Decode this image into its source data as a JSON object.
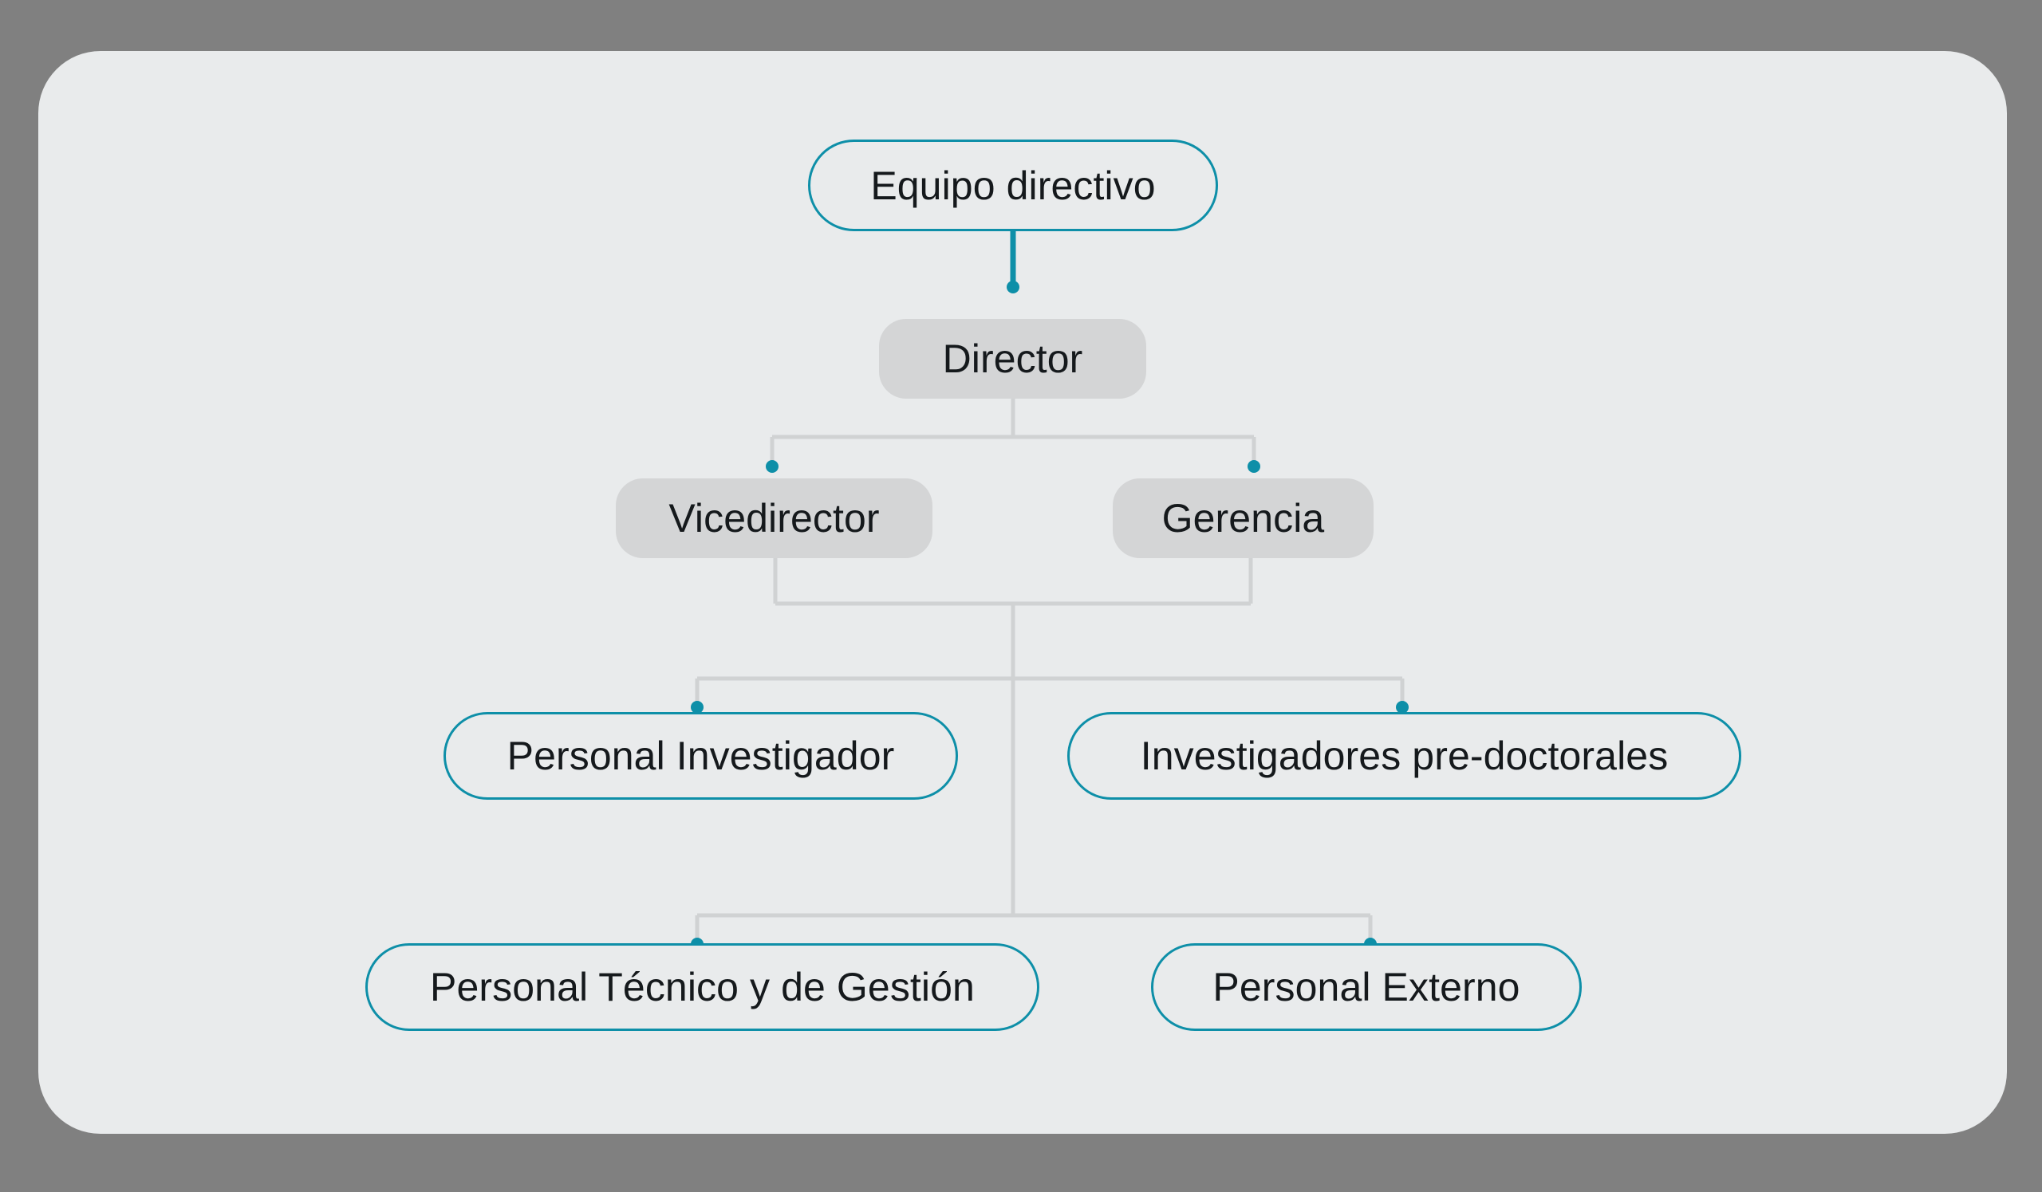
{
  "canvas": {
    "background_color": "#808080",
    "card_color": "#e9ebec"
  },
  "theme": {
    "accent_color": "#0e8fa8",
    "connector_color": "#d0d2d3",
    "filled_node_color": "#d4d5d6",
    "text_color": "#15191c"
  },
  "chart_data": {
    "type": "diagram",
    "diagram_type": "organizational-chart",
    "title": "",
    "orientation": "top-down",
    "nodes": [
      {
        "id": "equipo-directivo",
        "label": "Equipo directivo",
        "style": "outline",
        "level": 0
      },
      {
        "id": "director",
        "label": "Director",
        "style": "filled",
        "level": 1
      },
      {
        "id": "vicedirector",
        "label": "Vicedirector",
        "style": "filled",
        "level": 2
      },
      {
        "id": "gerencia",
        "label": "Gerencia",
        "style": "filled",
        "level": 2
      },
      {
        "id": "personal-investigador",
        "label": "Personal Investigador",
        "style": "outline",
        "level": 3
      },
      {
        "id": "investigadores-pre-doctorales",
        "label": "Investigadores pre-doctorales",
        "style": "outline",
        "level": 3
      },
      {
        "id": "personal-tecnico-gestion",
        "label": "Personal Técnico y de Gestión",
        "style": "outline",
        "level": 4
      },
      {
        "id": "personal-externo",
        "label": "Personal Externo",
        "style": "outline",
        "level": 4
      }
    ],
    "edges": [
      {
        "from": "equipo-directivo",
        "to": "director"
      },
      {
        "from": "director",
        "to": "vicedirector"
      },
      {
        "from": "director",
        "to": "gerencia"
      },
      {
        "from": "vicedirector",
        "to": "personal-investigador"
      },
      {
        "from": "vicedirector",
        "to": "investigadores-pre-doctorales"
      },
      {
        "from": "gerencia",
        "to": "personal-investigador"
      },
      {
        "from": "gerencia",
        "to": "investigadores-pre-doctorales"
      },
      {
        "from": "vicedirector",
        "to": "personal-tecnico-gestion"
      },
      {
        "from": "vicedirector",
        "to": "personal-externo"
      },
      {
        "from": "gerencia",
        "to": "personal-tecnico-gestion"
      },
      {
        "from": "gerencia",
        "to": "personal-externo"
      }
    ]
  },
  "nodes": {
    "equipo_directivo": {
      "label": "Equipo directivo"
    },
    "director": {
      "label": "Director"
    },
    "vicedirector": {
      "label": "Vicedirector"
    },
    "gerencia": {
      "label": "Gerencia"
    },
    "personal_investigador": {
      "label": "Personal Investigador"
    },
    "investigadores_pre_doctorales": {
      "label": "Investigadores pre-doctorales"
    },
    "personal_tecnico_gestion": {
      "label": "Personal Técnico y de Gestión"
    },
    "personal_externo": {
      "label": "Personal Externo"
    }
  }
}
